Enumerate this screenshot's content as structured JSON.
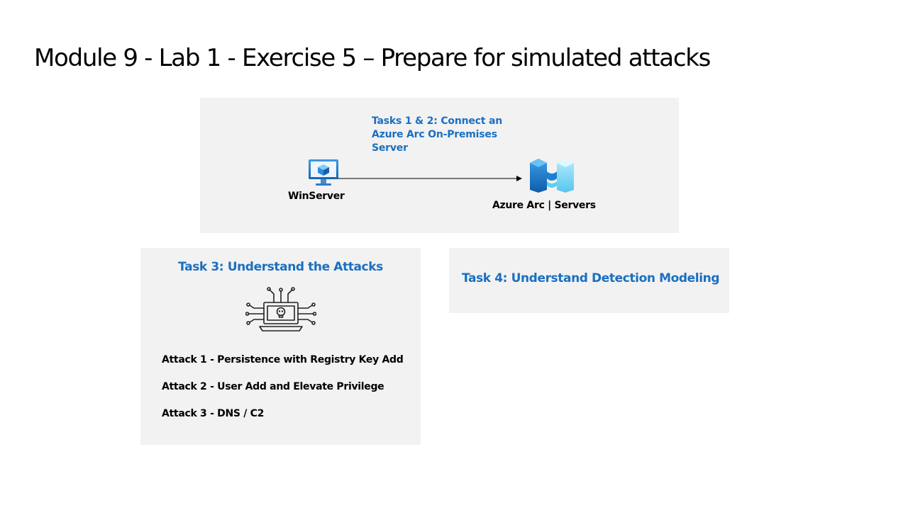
{
  "slide": {
    "title": "Module 9 - Lab 1 - Exercise 5 – Prepare for simulated attacks"
  },
  "connect_panel": {
    "task_label": "Tasks 1 & 2: Connect an Azure Arc On-Premises Server",
    "source_label": "WinServer",
    "target_label": "Azure Arc | Servers",
    "source_icon": "virtual-machine-monitor-icon",
    "target_icon": "azure-arc-servers-icon"
  },
  "attacks_panel": {
    "task_label": "Task 3: Understand the Attacks",
    "icon": "hacker-laptop-skull-icon",
    "attacks": [
      "Attack 1 - Persistence with Registry Key Add",
      "Attack 2 - User Add and Elevate Privilege",
      "Attack 3 - DNS / C2"
    ]
  },
  "detection_panel": {
    "task_label": "Task 4: Understand Detection Modeling"
  },
  "colors": {
    "accent_blue": "#1a6fc0",
    "panel_gray": "#f2f2f2",
    "text_black": "#000000"
  }
}
